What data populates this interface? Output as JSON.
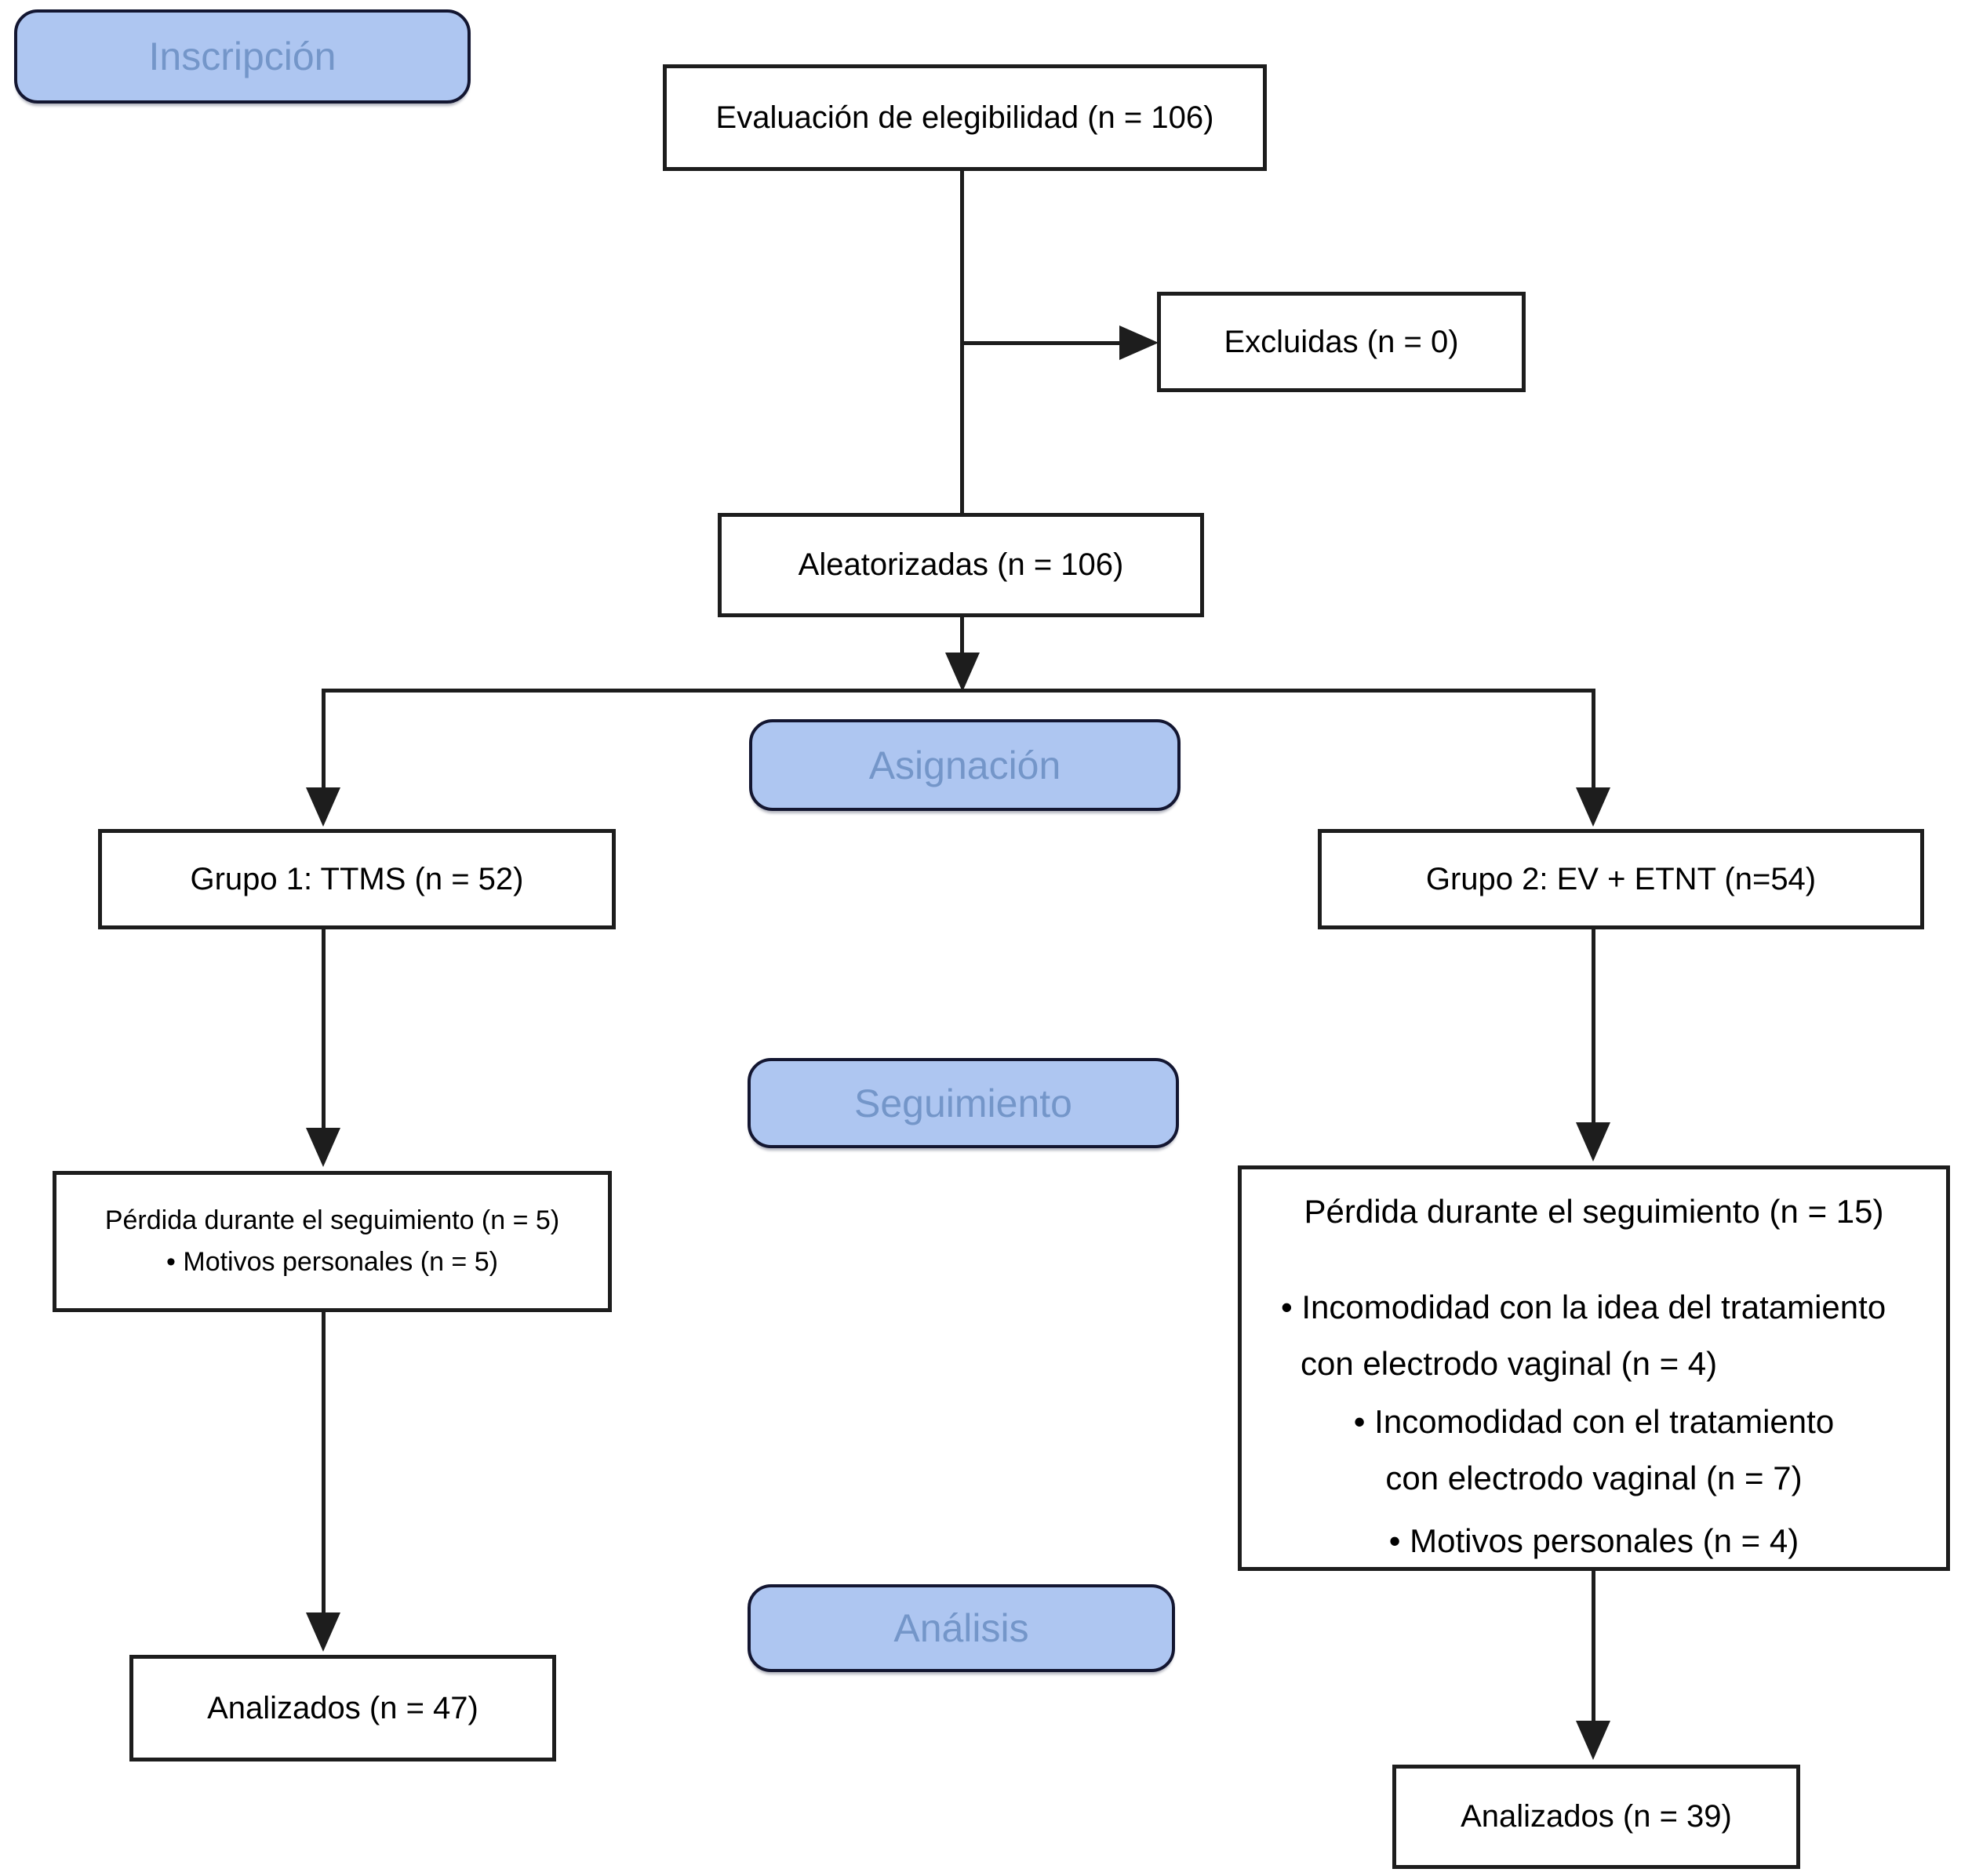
{
  "palette": {
    "stage_fill": "#aec6f1",
    "stage_border": "#131631",
    "stage_text": "#7496c9",
    "box_border": "#1d1d1d",
    "box_text": "#000000",
    "line_color": "#1d1d1d",
    "background": "#ffffff"
  },
  "stages": {
    "enrollment": "Inscripción",
    "allocation": "Asignación",
    "followup": "Seguimiento",
    "analysis": "Análisis"
  },
  "boxes": {
    "eligibility": "Evaluación de elegibilidad (n = 106)",
    "excluded": "Excluidas (n = 0)",
    "randomized": "Aleatorizadas (n = 106)",
    "group1": "Grupo 1: TTMS (n = 52)",
    "group2": "Grupo 2: EV + ETNT (n=54)",
    "lost_group1": {
      "line1": "Pérdida durante el seguimiento (n = 5)",
      "line2": "• Motivos personales (n = 5)"
    },
    "lost_group2": {
      "title": "Pérdida durante el seguimiento (n = 15)",
      "bullet1_line1": "• Incomodidad con la idea del tratamiento",
      "bullet1_line2": "con electrodo vaginal (n = 4)",
      "bullet2_line1": "• Incomodidad con el tratamiento",
      "bullet2_line2": "con electrodo vaginal (n = 7)",
      "bullet3": "• Motivos personales (n = 4)"
    },
    "analyzed_group1": "Analizados (n = 47)",
    "analyzed_group2": "Analizados (n = 39)"
  }
}
